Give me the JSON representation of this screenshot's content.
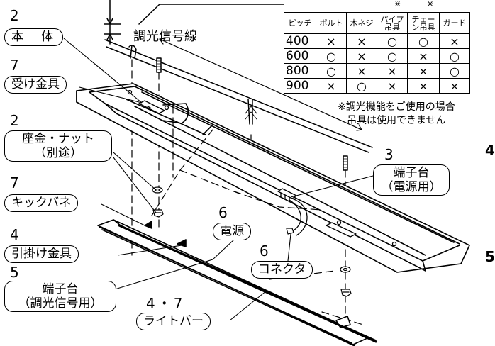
{
  "labels": {
    "body": {
      "num": "2",
      "text": "本　体"
    },
    "wire": {
      "text": "調光信号線"
    },
    "bracket": {
      "num": "7",
      "text": "受け金具"
    },
    "washer": {
      "num": "2",
      "line1": "座金・ナット",
      "line2": "（別途）"
    },
    "spring": {
      "num": "7",
      "text": "キックバネ"
    },
    "hook": {
      "num": "4",
      "text": "引掛け金具"
    },
    "signal_terminal": {
      "num": "5",
      "line1": "端子台",
      "line2": "（調光信号用）"
    },
    "power": {
      "num": "6",
      "text": "電源"
    },
    "connector": {
      "num": "6",
      "text": "コネクタ"
    },
    "power_terminal": {
      "num": "3",
      "line1": "端子台",
      "line2": "（電源用）"
    },
    "lightbar": {
      "num": "4・7",
      "text": "ライトバー"
    }
  },
  "table": {
    "headers": [
      "ピッチ",
      "ボルト",
      "木ネジ",
      "パイプ吊具",
      "チェーン吊具",
      "ガード"
    ],
    "rows": [
      [
        "400",
        "×",
        "×",
        "○",
        "○",
        "×"
      ],
      [
        "600",
        "○",
        "×",
        "○",
        "×",
        "○"
      ],
      [
        "800",
        "○",
        "×",
        "×",
        "×",
        "○"
      ],
      [
        "900",
        "×",
        "○",
        "×",
        "×",
        "×"
      ]
    ],
    "marks": [
      "※",
      "※"
    ]
  },
  "note": {
    "line1": "※調光機能をご使用の場合",
    "line2": "吊具は使用できません"
  },
  "side_numbers": [
    "4",
    "5"
  ]
}
